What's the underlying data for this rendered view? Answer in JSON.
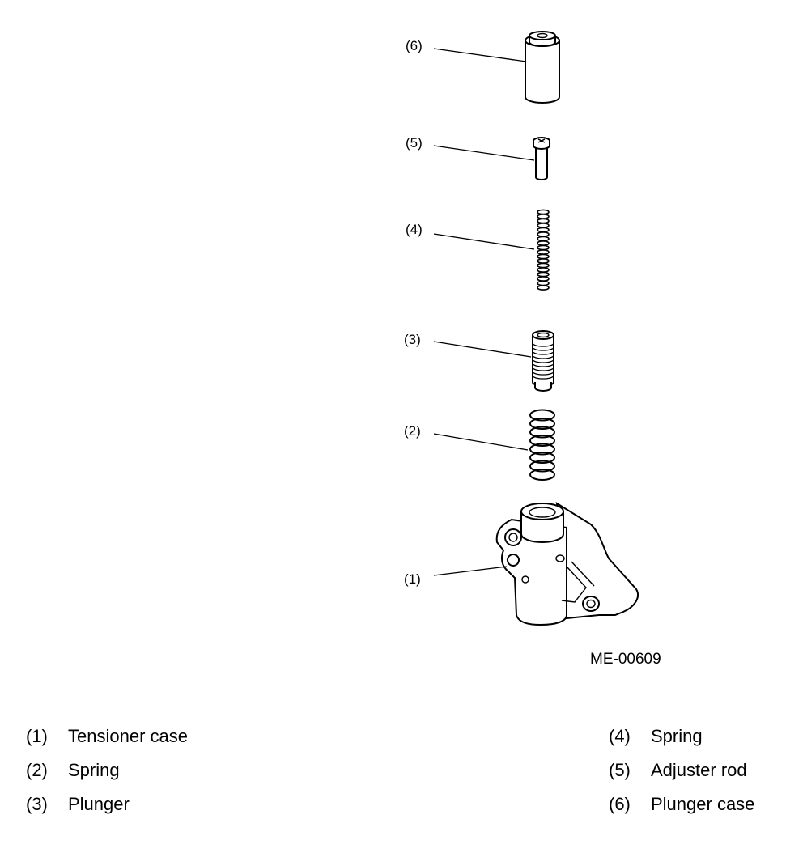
{
  "figure_id": "ME-00609",
  "callouts": [
    "(6)",
    "(5)",
    "(4)",
    "(3)",
    "(2)",
    "(1)"
  ],
  "legend": [
    {
      "num": "(1)",
      "label": "Tensioner case"
    },
    {
      "num": "(2)",
      "label": "Spring"
    },
    {
      "num": "(3)",
      "label": "Plunger"
    },
    {
      "num": "(4)",
      "label": "Spring"
    },
    {
      "num": "(5)",
      "label": "Adjuster rod"
    },
    {
      "num": "(6)",
      "label": "Plunger case"
    }
  ]
}
